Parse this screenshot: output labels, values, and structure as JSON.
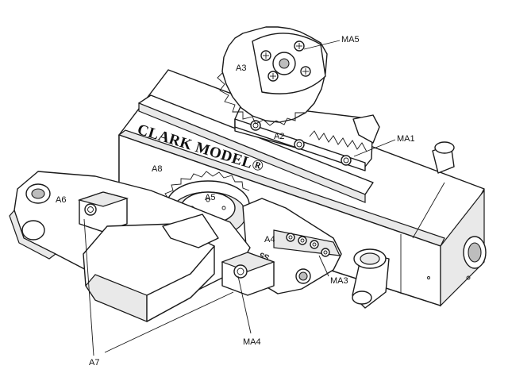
{
  "brand_text": "CLARK MODEL®",
  "part_mark": "S5",
  "labels": {
    "ma5": "MA5",
    "a3": "A3",
    "a2": "A2",
    "ma1": "MA1",
    "a8": "A8",
    "a6": "A6",
    "a5": "A5",
    "a4": "A4",
    "ma3": "MA3",
    "ma4": "MA4",
    "a7": "A7"
  }
}
